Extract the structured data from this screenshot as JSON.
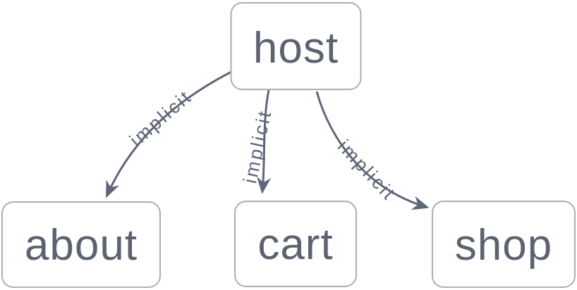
{
  "diagram": {
    "type": "flowchart",
    "direction": "top-down",
    "nodes": [
      {
        "id": "host",
        "label": "host"
      },
      {
        "id": "about",
        "label": "about"
      },
      {
        "id": "cart",
        "label": "cart"
      },
      {
        "id": "shop",
        "label": "shop"
      }
    ],
    "edges": [
      {
        "from": "host",
        "to": "about",
        "label": "implicit",
        "arrow": "pointed"
      },
      {
        "from": "host",
        "to": "cart",
        "label": "implicit",
        "arrow": "pointed"
      },
      {
        "from": "host",
        "to": "shop",
        "label": "implicit",
        "arrow": "pointed"
      }
    ],
    "colors": {
      "background": "#ffffff",
      "node_fill": "#ffffff",
      "node_border": "#aeaeae",
      "node_text": "#5c6370",
      "edge": "#5f6678",
      "edge_label": "#5f6678"
    }
  }
}
